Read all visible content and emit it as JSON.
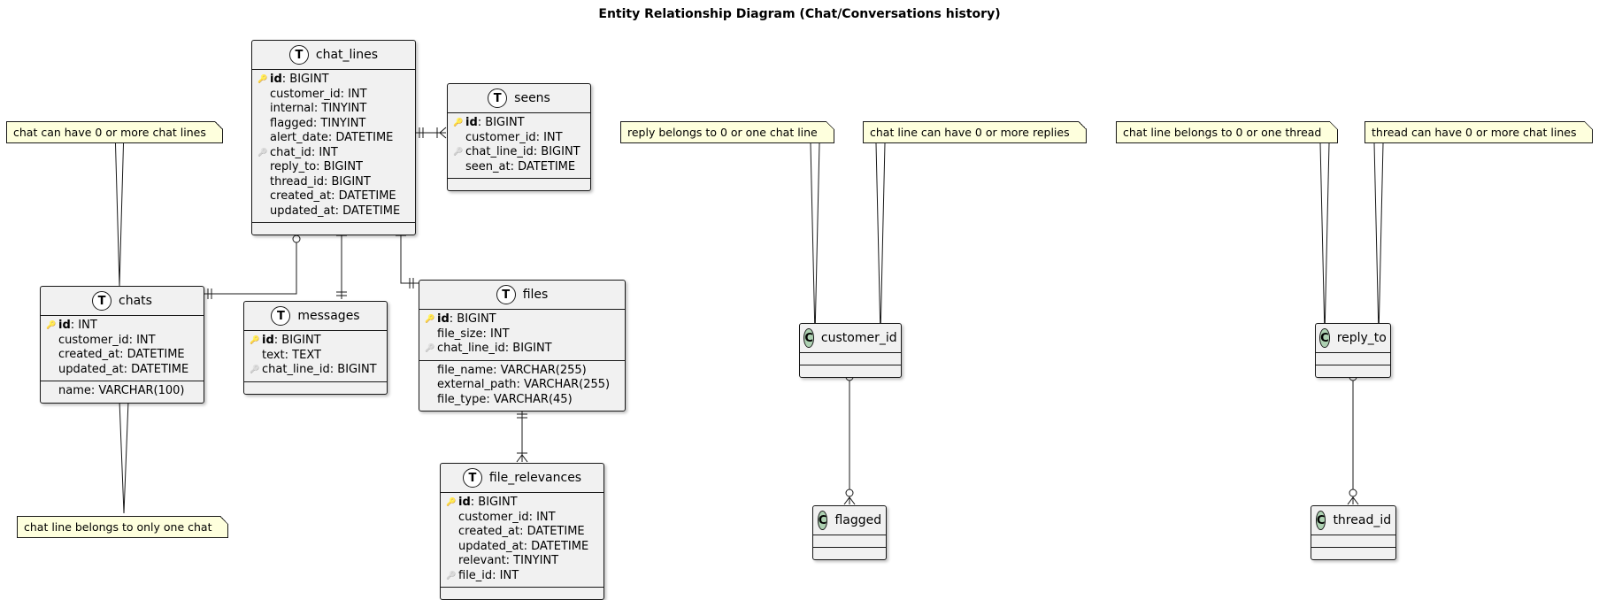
{
  "title": "Entity Relationship Diagram (Chat/Conversations history)",
  "entities": {
    "chat_lines": {
      "badge": "T",
      "name": "chat_lines",
      "fields": [
        {
          "key": "pk",
          "bold": "id",
          "rest": ": BIGINT"
        },
        {
          "key": "",
          "bold": "",
          "rest": "customer_id: INT"
        },
        {
          "key": "",
          "bold": "",
          "rest": "internal: TINYINT"
        },
        {
          "key": "",
          "bold": "",
          "rest": "flagged: TINYINT"
        },
        {
          "key": "",
          "bold": "",
          "rest": "alert_date: DATETIME"
        },
        {
          "key": "fk",
          "bold": "",
          "rest": "chat_id: INT"
        },
        {
          "key": "",
          "bold": "",
          "rest": "reply_to: BIGINT"
        },
        {
          "key": "",
          "bold": "",
          "rest": "thread_id: BIGINT"
        },
        {
          "key": "",
          "bold": "",
          "rest": "created_at: DATETIME"
        },
        {
          "key": "",
          "bold": "",
          "rest": "updated_at: DATETIME"
        }
      ]
    },
    "seens": {
      "badge": "T",
      "name": "seens",
      "fields": [
        {
          "key": "pk",
          "bold": "id",
          "rest": ": BIGINT"
        },
        {
          "key": "",
          "bold": "",
          "rest": "customer_id: INT"
        },
        {
          "key": "fk",
          "bold": "",
          "rest": "chat_line_id: BIGINT"
        },
        {
          "key": "",
          "bold": "",
          "rest": "seen_at: DATETIME"
        }
      ]
    },
    "chats": {
      "badge": "T",
      "name": "chats",
      "fields": [
        {
          "key": "pk",
          "bold": "id",
          "rest": ": INT"
        },
        {
          "key": "",
          "bold": "",
          "rest": "customer_id: INT"
        },
        {
          "key": "",
          "bold": "",
          "rest": "created_at: DATETIME"
        },
        {
          "key": "",
          "bold": "",
          "rest": "updated_at: DATETIME"
        }
      ],
      "fields2": [
        {
          "key": "",
          "bold": "",
          "rest": "name: VARCHAR(100)"
        }
      ]
    },
    "messages": {
      "badge": "T",
      "name": "messages",
      "fields": [
        {
          "key": "pk",
          "bold": "id",
          "rest": ": BIGINT"
        },
        {
          "key": "",
          "bold": "",
          "rest": "text: TEXT"
        },
        {
          "key": "fk",
          "bold": "",
          "rest": "chat_line_id: BIGINT"
        }
      ]
    },
    "files": {
      "badge": "T",
      "name": "files",
      "fields": [
        {
          "key": "pk",
          "bold": "id",
          "rest": ": BIGINT"
        },
        {
          "key": "",
          "bold": "",
          "rest": "file_size: INT"
        },
        {
          "key": "fk",
          "bold": "",
          "rest": "chat_line_id: BIGINT"
        }
      ],
      "fields2": [
        {
          "key": "",
          "bold": "",
          "rest": "file_name: VARCHAR(255)"
        },
        {
          "key": "",
          "bold": "",
          "rest": "external_path: VARCHAR(255)"
        },
        {
          "key": "",
          "bold": "",
          "rest": "file_type: VARCHAR(45)"
        }
      ]
    },
    "file_relevances": {
      "badge": "T",
      "name": "file_relevances",
      "fields": [
        {
          "key": "pk",
          "bold": "id",
          "rest": ": BIGINT"
        },
        {
          "key": "",
          "bold": "",
          "rest": "customer_id: INT"
        },
        {
          "key": "",
          "bold": "",
          "rest": "created_at: DATETIME"
        },
        {
          "key": "",
          "bold": "",
          "rest": "updated_at: DATETIME"
        },
        {
          "key": "",
          "bold": "",
          "rest": "relevant: TINYINT"
        },
        {
          "key": "fk",
          "bold": "",
          "rest": "file_id: INT"
        }
      ]
    },
    "customer_id": {
      "badge": "C",
      "name": "customer_id"
    },
    "flagged": {
      "badge": "C",
      "name": "flagged"
    },
    "reply_to": {
      "badge": "C",
      "name": "reply_to"
    },
    "thread_id": {
      "badge": "C",
      "name": "thread_id"
    }
  },
  "notes": {
    "chat_lines_note": "chat can have 0 or more chat lines",
    "chat_belongs_note": "chat line belongs to only one chat",
    "reply_belongs_note": "reply belongs to 0 or one chat line",
    "replies_note": "chat line can have 0 or more replies",
    "thread_belongs_note": "chat line belongs to 0 or one thread",
    "thread_lines_note": "thread can have 0 or more chat lines"
  },
  "colors": {
    "entity_bg": "#f1f1f1",
    "note_bg": "#feffdd",
    "class_badge": "#add1b2",
    "border": "#181818"
  }
}
